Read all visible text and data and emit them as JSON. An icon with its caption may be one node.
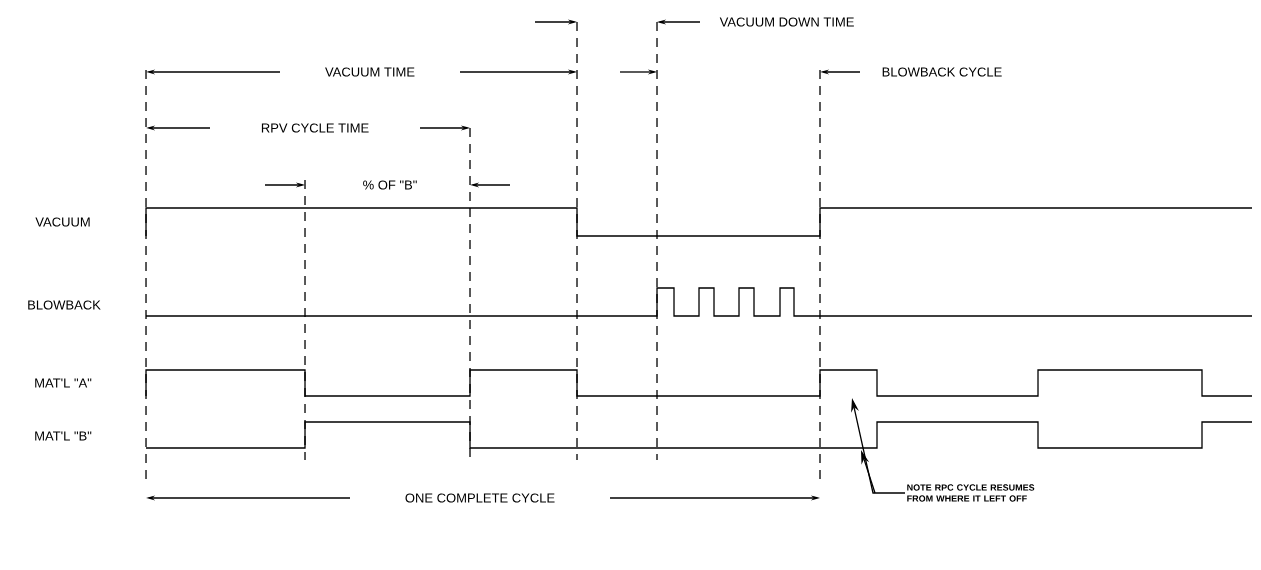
{
  "diagram": {
    "nodes": [
      {
        "text": [],
        "shape": "waveform"
      },
      {
        "text": [],
        "shape": "waveform"
      },
      {
        "text": [
          "NOTE RPC CYCLE RESUMES FROM WHERE IT LEFT OFF"
        ]
      }
    ],
    "edges": [
      {
        "from": 2,
        "to": 0,
        "arrow": "to"
      },
      {
        "from": 2,
        "to": 1,
        "arrow": "to"
      }
    ],
    "labels": [
      "VACUUM DOWN TIME",
      "VACUUM TIME",
      "BLOWBACK CYCLE",
      "RPV CYCLE TIME",
      "% OF \"B\"",
      "VACUUM",
      "BLOWBACK",
      "MAT'L \"A\"",
      "MAT'L \"B\"",
      "ONE COMPLETE CYCLE"
    ]
  }
}
